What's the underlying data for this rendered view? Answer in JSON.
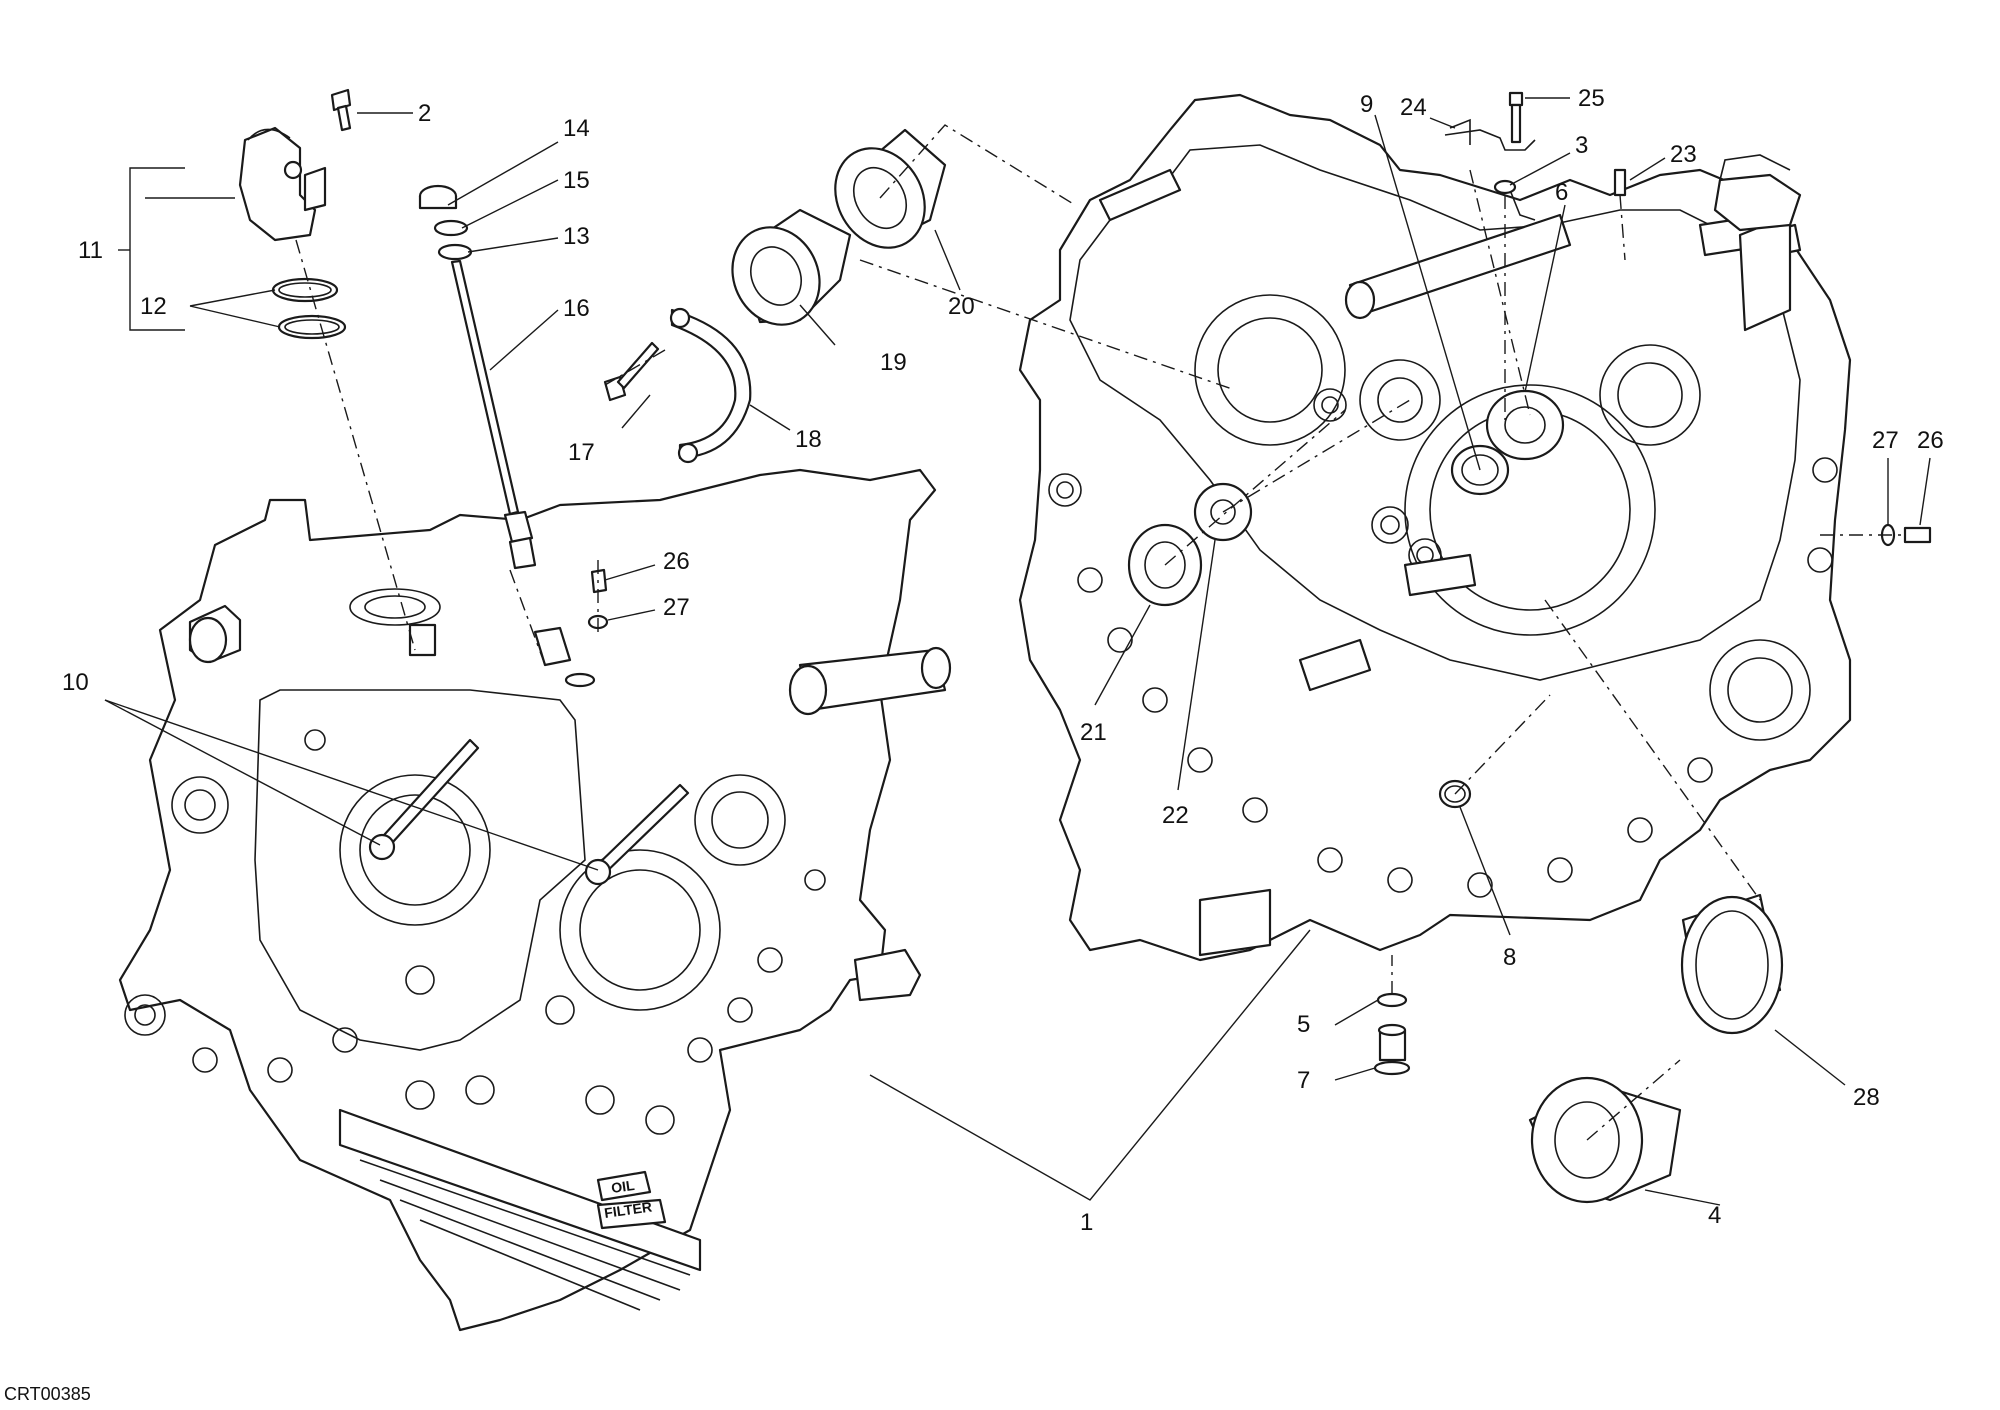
{
  "figure": {
    "drawing_code": "CRT00385",
    "filter_stamp": [
      "OIL",
      "FILTER"
    ]
  },
  "callouts": [
    {
      "key": "c2",
      "label": "2"
    },
    {
      "key": "c14",
      "label": "14"
    },
    {
      "key": "c15",
      "label": "15"
    },
    {
      "key": "c13",
      "label": "13"
    },
    {
      "key": "c11",
      "label": "11"
    },
    {
      "key": "c12",
      "label": "12"
    },
    {
      "key": "c16",
      "label": "16"
    },
    {
      "key": "c17",
      "label": "17"
    },
    {
      "key": "c18",
      "label": "18"
    },
    {
      "key": "c19",
      "label": "19"
    },
    {
      "key": "c20",
      "label": "20"
    },
    {
      "key": "c26a",
      "label": "26"
    },
    {
      "key": "c27a",
      "label": "27"
    },
    {
      "key": "c10",
      "label": "10"
    },
    {
      "key": "c1",
      "label": "1"
    },
    {
      "key": "c9",
      "label": "9"
    },
    {
      "key": "c24",
      "label": "24"
    },
    {
      "key": "c25",
      "label": "25"
    },
    {
      "key": "c3",
      "label": "3"
    },
    {
      "key": "c23",
      "label": "23"
    },
    {
      "key": "c6",
      "label": "6"
    },
    {
      "key": "c27b",
      "label": "27"
    },
    {
      "key": "c26b",
      "label": "26"
    },
    {
      "key": "c21",
      "label": "21"
    },
    {
      "key": "c22",
      "label": "22"
    },
    {
      "key": "c8",
      "label": "8"
    },
    {
      "key": "c5",
      "label": "5"
    },
    {
      "key": "c7",
      "label": "7"
    },
    {
      "key": "c28",
      "label": "28"
    },
    {
      "key": "c4",
      "label": "4"
    }
  ]
}
